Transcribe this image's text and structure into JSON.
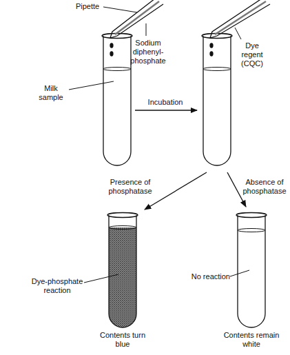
{
  "diagram": {
    "labels": [
      "Pipette",
      "Sodium diphenyl-phosphate",
      "Milk sample",
      "Incubation",
      "Dye regent (CQC)",
      "Presence of phosphatase",
      "Absence of phosphatase",
      "Dye-phosphate reaction",
      "No reaction",
      "Contents turn blue",
      "Contents remain white"
    ]
  }
}
